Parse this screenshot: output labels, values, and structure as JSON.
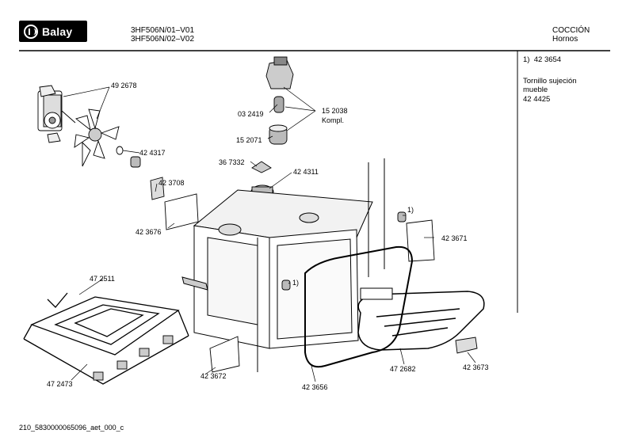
{
  "header": {
    "brand": "Balay",
    "model_line1": "3HF506N/01–V01",
    "model_line2": "3HF506N/02–V02",
    "category": "COCCIÓN",
    "subcategory": "Hornos"
  },
  "sidebar": {
    "note_index": "1)",
    "note_part": "42 3654",
    "screw_title_1": "Tornillo sujeción",
    "screw_title_2": "mueble",
    "screw_part": "42 4425"
  },
  "parts": {
    "p492678": "49 2678",
    "p424317": "42 4317",
    "p423708": "42 3708",
    "p423676": "42 3676",
    "p472511": "47 2511",
    "p472473": "47 2473",
    "p032419": "03 2419",
    "p152038": "15 2038",
    "kompl": "Kompl.",
    "p152071": "15 2071",
    "p367332": "36 7332",
    "p424311": "42 4311",
    "note1a": "1)",
    "note1b": "1)",
    "p423671": "42 3671",
    "p472682": "47 2682",
    "p423673": "42 3673",
    "p423672": "42 3672",
    "p423656": "42 3656"
  },
  "footer": {
    "doc_code": "210_5830000065096_aet_000_c"
  }
}
